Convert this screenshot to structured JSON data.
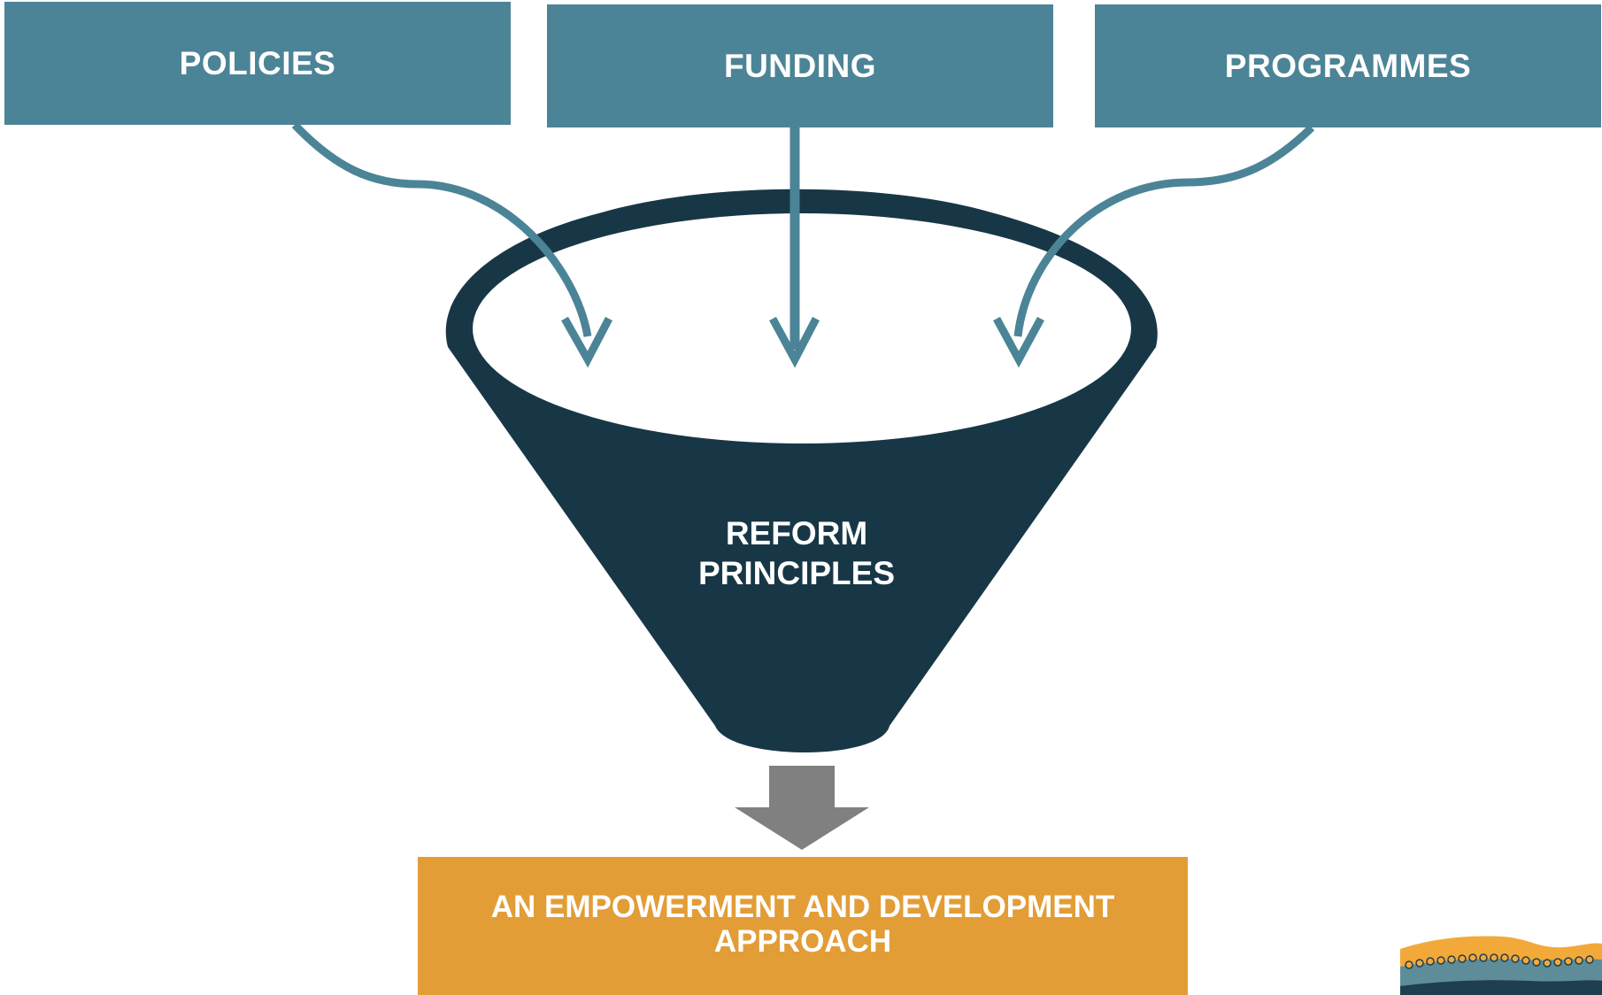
{
  "inputs": [
    {
      "label": "POLICIES"
    },
    {
      "label": "FUNDING"
    },
    {
      "label": "PROGRAMMES"
    }
  ],
  "funnel": {
    "label_line1": "REFORM",
    "label_line2": "PRINCIPLES"
  },
  "outcome": {
    "label_line1": "AN EMPOWERMENT AND DEVELOPMENT",
    "label_line2": "APPROACH"
  },
  "colors": {
    "input_box": "#4c8497",
    "funnel": "#183746",
    "arrow": "#4c8497",
    "output_arrow": "#808080",
    "outcome_box": "#e29d37",
    "logo_orange": "#f2a93a",
    "logo_teal": "#5e8c99",
    "logo_dark": "#1e3f4d"
  }
}
